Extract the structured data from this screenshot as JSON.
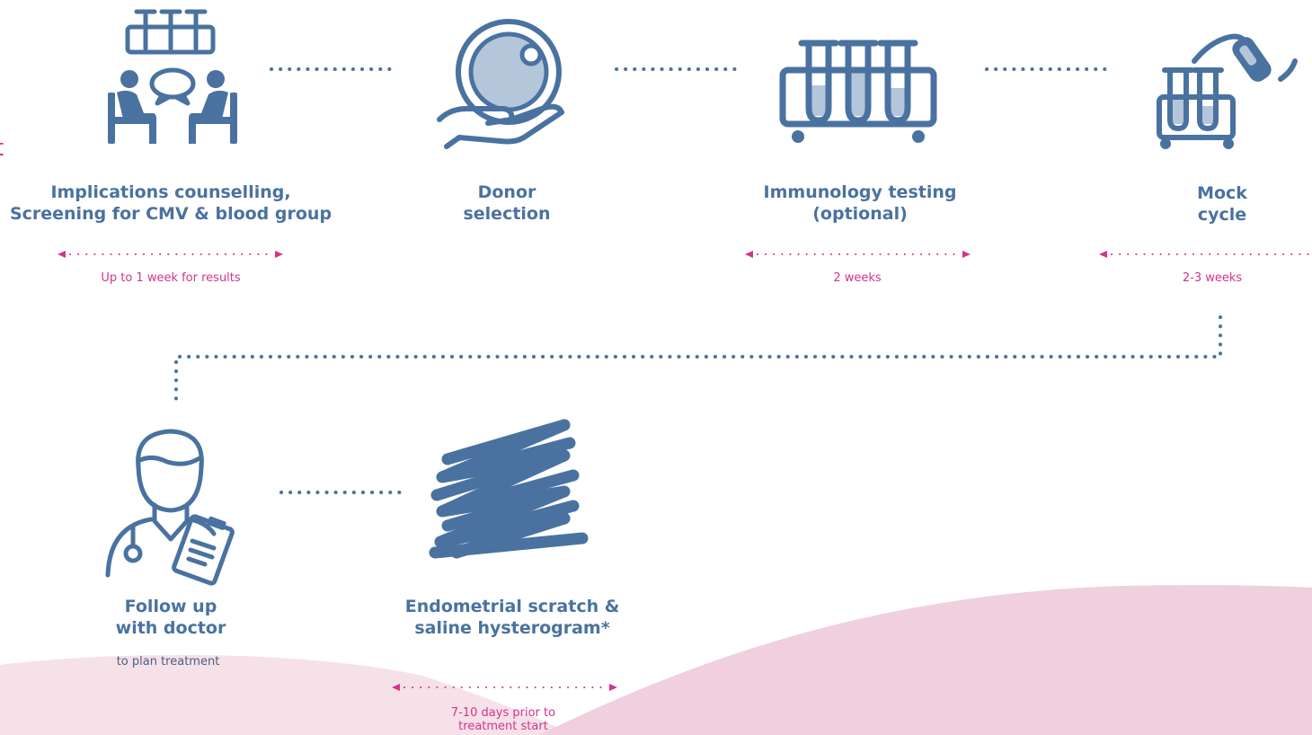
{
  "steps": [
    {
      "id": "counselling",
      "line1": "Implications counselling,",
      "line2": "Screening for CMV & blood group",
      "icon": "counselling-icon"
    },
    {
      "id": "donor",
      "line1": "Donor",
      "line2": "selection",
      "icon": "egg-in-hand-icon"
    },
    {
      "id": "immunology",
      "line1": "Immunology testing",
      "line2": "(optional)",
      "icon": "test-tubes-icon"
    },
    {
      "id": "mock",
      "line1": "Mock",
      "line2": "cycle",
      "icon": "ultrasound-tubes-icon"
    },
    {
      "id": "followup",
      "line1": "Follow up",
      "line2": "with doctor",
      "sub": "to plan treatment",
      "icon": "doctor-icon"
    },
    {
      "id": "scratch",
      "line1": "Endometrial scratch &",
      "line2": "saline hysterogram*",
      "icon": "scribble-icon"
    }
  ],
  "durations": {
    "counselling": "Up to 1 week for results",
    "immunology": "2 weeks",
    "mock": "2-3 weeks",
    "scratch_line1": "7-10 days prior to",
    "scratch_line2": "treatment start"
  },
  "edge_glyph": "t",
  "colors": {
    "primary": "#4a72a0",
    "accent": "#d3348a",
    "wave_light": "#f6e1e9",
    "wave_dark": "#f0cfdf"
  }
}
